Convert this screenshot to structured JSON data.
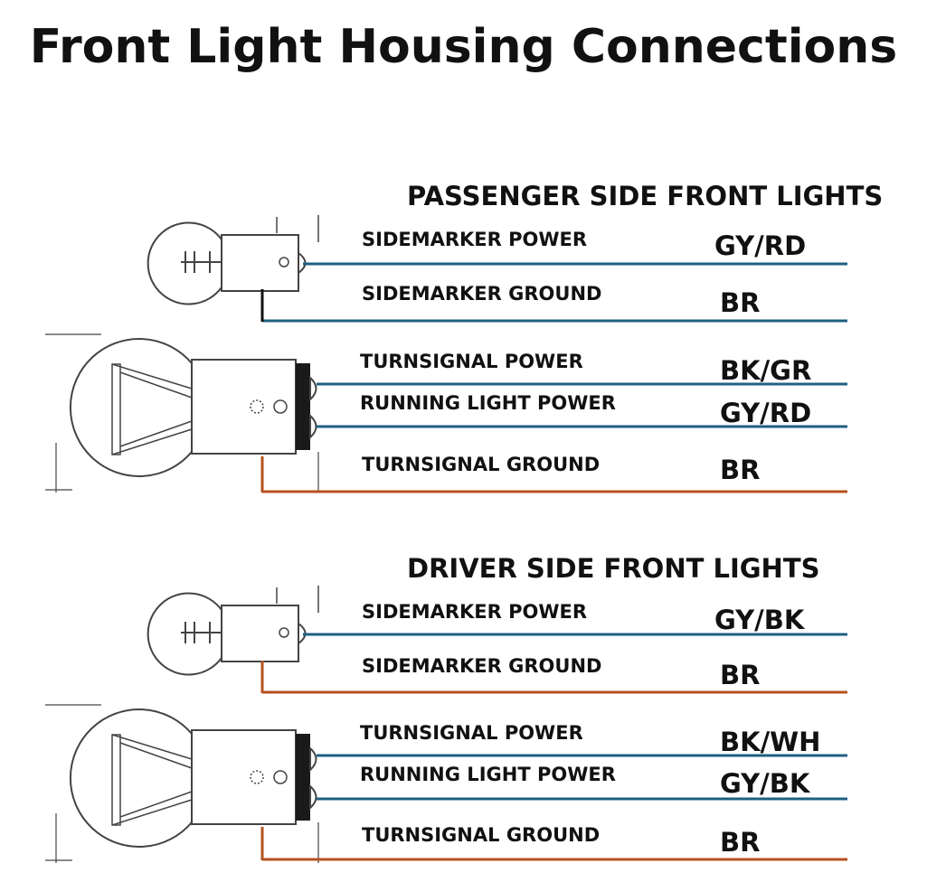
{
  "title": "Front Light Housing Connections",
  "colors": {
    "blue_wire": "#1f5f82",
    "brown_wire": "#b5521e",
    "ground_black": "#111111",
    "bulb_outline": "#444444"
  },
  "sections": [
    {
      "title": "PASSENGER SIDE FRONT LIGHTS",
      "wires": [
        {
          "label": "SIDEMARKER POWER",
          "code": "GY/RD",
          "color": "blue"
        },
        {
          "label": "SIDEMARKER GROUND",
          "code": "BR",
          "color": "blue"
        },
        {
          "label": "TURNSIGNAL POWER",
          "code": "BK/GR",
          "color": "blue"
        },
        {
          "label": "RUNNING LIGHT POWER",
          "code": "GY/RD",
          "color": "blue"
        },
        {
          "label": "TURNSIGNAL GROUND",
          "code": "BR",
          "color": "brown"
        }
      ]
    },
    {
      "title": "DRIVER SIDE FRONT LIGHTS",
      "wires": [
        {
          "label": "SIDEMARKER POWER",
          "code": "GY/BK",
          "color": "blue"
        },
        {
          "label": "SIDEMARKER GROUND",
          "code": "BR",
          "color": "brown"
        },
        {
          "label": "TURNSIGNAL POWER",
          "code": "BK/WH",
          "color": "blue"
        },
        {
          "label": "RUNNING LIGHT POWER",
          "code": "GY/BK",
          "color": "blue"
        },
        {
          "label": "TURNSIGNAL GROUND",
          "code": "BR",
          "color": "brown"
        }
      ]
    }
  ]
}
